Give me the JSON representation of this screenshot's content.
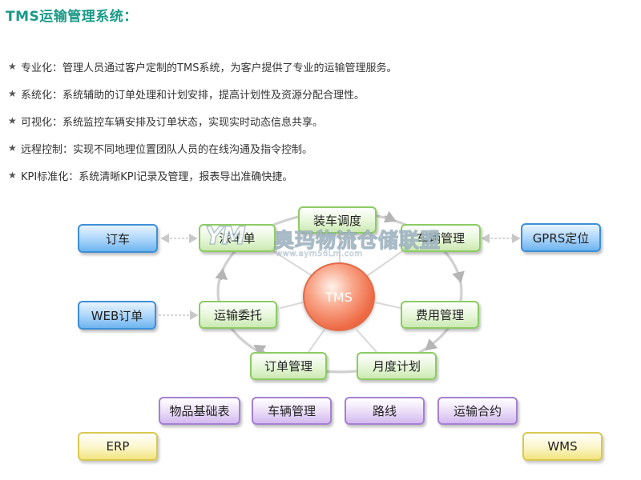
{
  "title": "TMS运输管理系统：",
  "features": [
    {
      "title": "专业化",
      "desc": "管理人员通过客户定制的TMS系统，为客户提供了专业的运输管理服务。"
    },
    {
      "title": "系统化",
      "desc": "系统辅助的订单处理和计划安排，提高计划性及资源分配合理性。"
    },
    {
      "title": "可视化",
      "desc": "系统监控车辆安排及订单状态，实现实时动态信息共享。"
    },
    {
      "title": "远程控制",
      "desc": "实现不同地理位置团队人员的在线沟通及指令控制。"
    },
    {
      "title": "KPI标准化",
      "desc": "系统清晰KPI记录及管理，报表导出准确快捷。"
    }
  ],
  "feature_separator": "：",
  "icons": {
    "bullet": "star-icon"
  },
  "diagram": {
    "center": "TMS",
    "ring_modules": {
      "dispatch": "派车单",
      "loading": "装车调度",
      "vehicle": "车辆管理",
      "transport": "运输委托",
      "cost": "费用管理",
      "order": "订单管理",
      "monthly": "月度计划"
    },
    "inputs": {
      "booking": "订车",
      "web_order": "WEB订单",
      "gprs": "GPRS定位"
    },
    "base_data": [
      "物品基础表",
      "车辆管理",
      "路线",
      "运输合约"
    ],
    "systems": {
      "erp": "ERP",
      "wms": "WMS"
    }
  },
  "watermark": {
    "logo": "YM",
    "name": "奥玛物流仓储联盟",
    "url": "www.aym56Lm.com"
  },
  "colors": {
    "title": "#1a9a88",
    "green_border": "#8bcc63",
    "blue_border": "#3d8fd8",
    "purple_border": "#a67fd4",
    "yellow_border": "#d8c850",
    "tms_center": "#ee6b46"
  }
}
